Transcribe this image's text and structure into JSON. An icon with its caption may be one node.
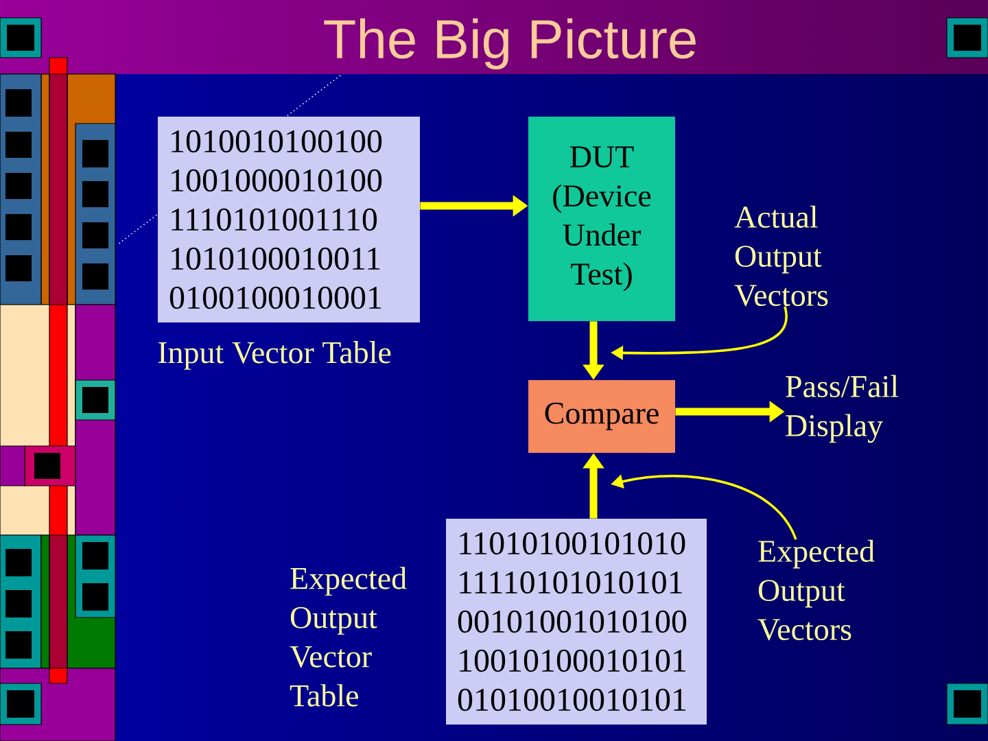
{
  "diagram": {
    "title": "The Big Picture",
    "nodes": [
      {
        "text": [
          "1010010100100 1001000010100 1110101001110 1010100010011 0100100010001"
        ],
        "beside": [
          "Input Vector Table"
        ]
      },
      {
        "text": [
          "DUT (Device Under Test)"
        ]
      },
      {
        "text": [
          "Actual Output Vectors"
        ]
      },
      {
        "text": [
          "Compare"
        ]
      },
      {
        "text": [
          "Pass/Fail Display"
        ]
      },
      {
        "text": [
          "11010100101010 11110101010101 00101001010100 10010100010101 01010010010101"
        ],
        "beside": [
          "Expected Output Vector Table"
        ]
      },
      {
        "text": [
          "Expected Output Vectors"
        ]
      }
    ],
    "edges": [
      {
        "from": 0,
        "to": 1,
        "arrow": "to"
      },
      {
        "from": 1,
        "to": 3,
        "arrow": "to"
      },
      {
        "from": 2,
        "to": null,
        "arrow": "to"
      },
      {
        "from": 3,
        "to": 4,
        "arrow": "to"
      },
      {
        "from": 5,
        "to": 3,
        "arrow": "to"
      },
      {
        "from": 6,
        "to": null,
        "arrow": "to"
      }
    ]
  }
}
